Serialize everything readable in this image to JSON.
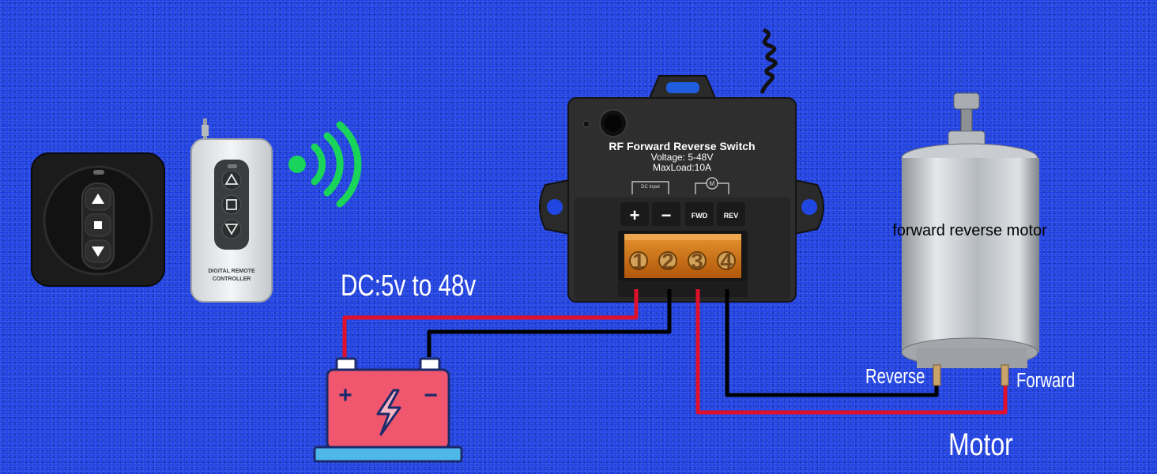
{
  "colors": {
    "background": "#1f3fe0",
    "wire_red": "#e0102a",
    "wire_black": "#000000",
    "signal_green": "#19d45a",
    "battery_body": "#f0566e",
    "battery_base": "#4fb6e8",
    "terminal_orange": "#e07a12"
  },
  "labels": {
    "dc_range": "DC:5v to 48v",
    "motor_caption": "Motor",
    "reverse": "Reverse",
    "forward": "Forward",
    "motor_body": "forward reverse motor"
  },
  "switch_box": {
    "title": "RF Forward Reverse Switch",
    "voltage": "Voltage: 5-48V",
    "maxload": "MaxLoad:10A",
    "dc_input": "DC Input",
    "motor_symbol": "M",
    "plus": "+",
    "minus": "−",
    "fwd": "FWD",
    "rev": "REV",
    "terminals": [
      "1",
      "2",
      "3",
      "4"
    ]
  },
  "remote": {
    "caption_line1": "DIGITAL REMOTE",
    "caption_line2": "CONTROLLER",
    "up_icon": "up-triangle",
    "stop_icon": "square",
    "down_icon": "down-triangle"
  },
  "wall_switch": {
    "up_icon": "up-triangle",
    "stop_icon": "square",
    "down_icon": "down-triangle"
  },
  "battery": {
    "plus": "+",
    "minus": "−",
    "icon": "lightning-bolt-icon"
  }
}
